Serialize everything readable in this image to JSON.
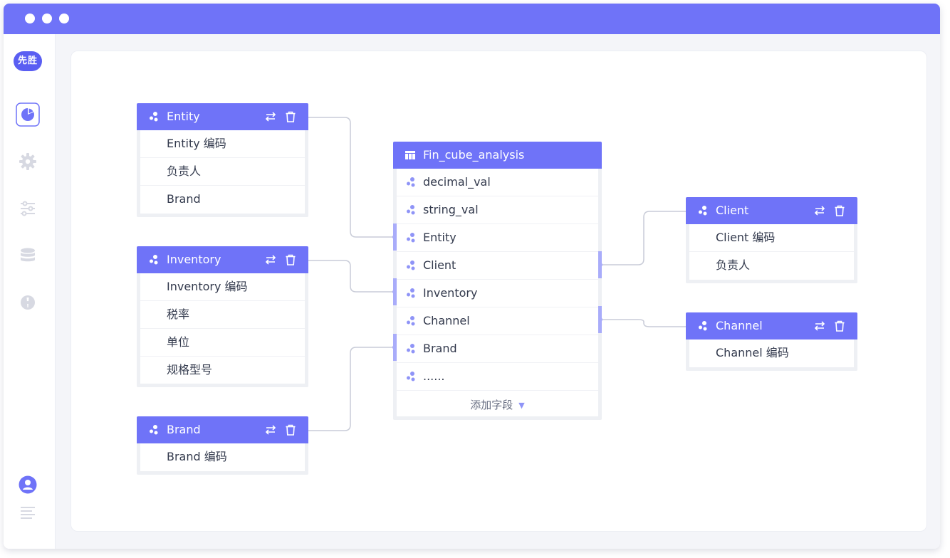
{
  "window": {
    "accent": "#6f73f8"
  },
  "sidebar": {
    "logo_text": "先胜",
    "items": [
      {
        "icon": "pie-chart-icon",
        "active": true
      },
      {
        "icon": "gear-icon",
        "active": false
      },
      {
        "icon": "sliders-icon",
        "active": false
      },
      {
        "icon": "database-icon",
        "active": false
      },
      {
        "icon": "compass-icon",
        "active": false
      }
    ],
    "bottom": [
      {
        "icon": "user-avatar-icon"
      },
      {
        "icon": "menu-lines-icon"
      }
    ]
  },
  "dimensions": {
    "entity": {
      "title": "Entity",
      "rows": [
        "Entity 编码",
        "负责人",
        "Brand"
      ]
    },
    "inventory": {
      "title": "Inventory",
      "rows": [
        "Inventory 编码",
        "税率",
        "单位",
        "规格型号"
      ]
    },
    "brand": {
      "title": "Brand",
      "rows": [
        "Brand 编码"
      ]
    },
    "client": {
      "title": "Client",
      "rows": [
        "Client 编码",
        "负责人"
      ]
    },
    "channel": {
      "title": "Channel",
      "rows": [
        "Channel 编码"
      ]
    }
  },
  "fact": {
    "title": "Fin_cube_analysis",
    "fields": [
      "decimal_val",
      "string_val",
      "Entity",
      "Client",
      "Inventory",
      "Channel",
      "Brand",
      "......"
    ],
    "add_field_label": "添加字段",
    "add_field_arrow": "▼"
  },
  "colors": {
    "header": "#6f73f8",
    "port": "#a9acfa",
    "wire": "#c9ccd8",
    "text": "#333a4d"
  }
}
